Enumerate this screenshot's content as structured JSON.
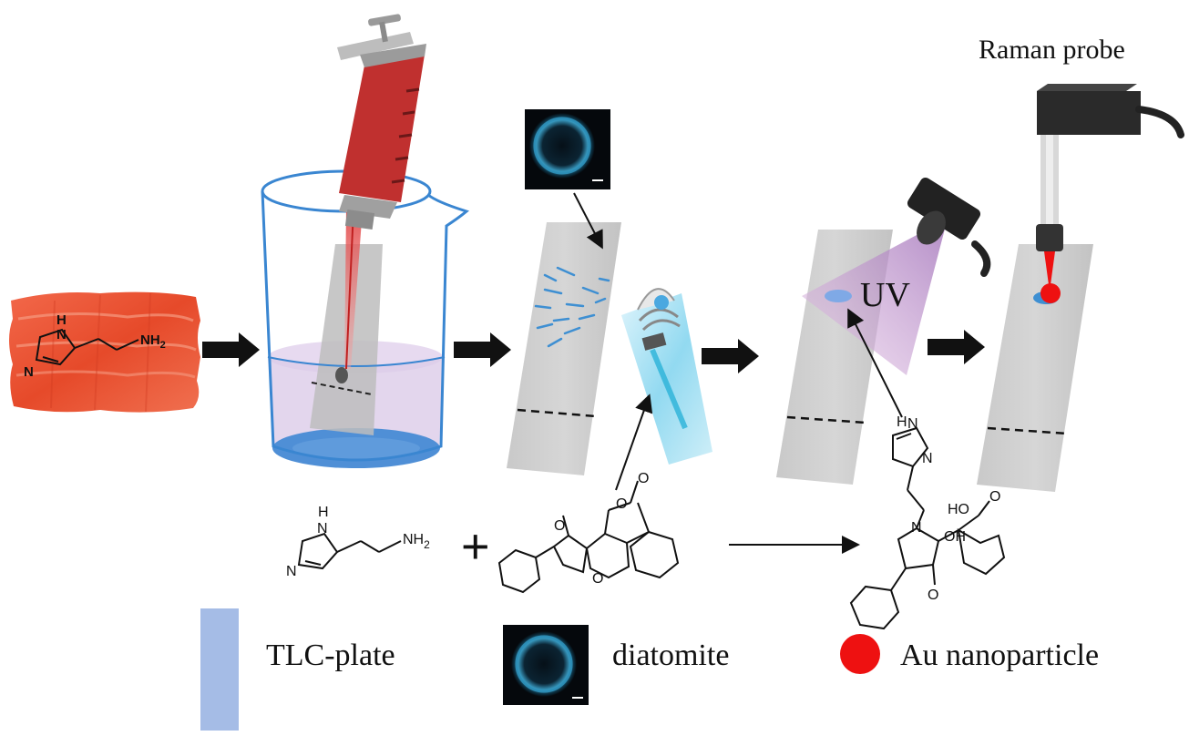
{
  "labels": {
    "raman_probe": "Raman probe",
    "uv": "UV"
  },
  "molecule_atoms": {
    "h": "H",
    "n": "N",
    "nh2": "NH",
    "nh2_sub": "2",
    "o": "O",
    "oh": "OH",
    "hooc": "HO",
    "plus": "+"
  },
  "legend": {
    "tlc_plate": "TLC-plate",
    "diatomite": "diatomite",
    "au_nanoparticle": "Au nanoparticle"
  },
  "colors": {
    "plate_gray": "#cfcfcf",
    "legend_plate_blue": "#a5bce6",
    "au_red": "#ee1111",
    "syringe_red": "#c0302f",
    "beaker_blue": "#3a86d1",
    "uv_purple": "#b58ac9",
    "fish_orange": "#e8512f",
    "diatomite_bg": "#0a0a12",
    "diatomite_ring": "#2d8fb8"
  },
  "icons": [
    "arrow-right-icon",
    "syringe-icon",
    "beaker-icon",
    "spray-bottle-icon",
    "uv-lamp-icon",
    "raman-probe-icon"
  ]
}
